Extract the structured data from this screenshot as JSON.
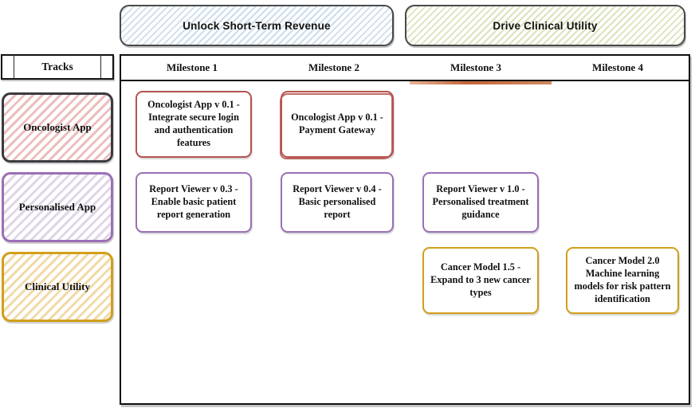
{
  "banners": [
    {
      "id": "unlock-short-term-revenue",
      "label": "Unlock Short-Term Revenue",
      "color": "#eef5fa"
    },
    {
      "id": "drive-clinical-utility",
      "label": "Drive Clinical Utility",
      "color": "#f4f7e6"
    }
  ],
  "tracks_header": {
    "label": "Tracks"
  },
  "tracks": [
    {
      "id": "oncologist-app",
      "label": "Oncologist App",
      "color": "#b5534f"
    },
    {
      "id": "personalised-app",
      "label": "Personalised App",
      "color": "#9b6fb5"
    },
    {
      "id": "clinical-utility",
      "label": "Clinical Utility",
      "color": "#d19f1a"
    }
  ],
  "milestones": [
    {
      "id": "milestone-1",
      "label": "Milestone 1",
      "active": false
    },
    {
      "id": "milestone-2",
      "label": "Milestone 2",
      "active": false
    },
    {
      "id": "milestone-3",
      "label": "Milestone 3",
      "active": true
    },
    {
      "id": "milestone-4",
      "label": "Milestone 4",
      "active": false
    }
  ],
  "active_milestone_color": "#c4663a",
  "cards": {
    "oncologist_m1": "Oncologist App v 0.1 - Integrate secure login and authentication features",
    "oncologist_m2": "Oncologist App v 0.1 - Payment Gateway",
    "report_m1": "Report Viewer v 0.3 - Enable basic patient report generation",
    "report_m2": "Report Viewer v 0.4 - Basic personalised report",
    "report_m3": "Report Viewer v 1.0 - Personalised treatment guidance",
    "cancer_m3": "Cancer Model 1.5 - Expand to 3 new cancer types",
    "cancer_m4": "Cancer Model 2.0 Machine learning models for risk pattern identification"
  }
}
